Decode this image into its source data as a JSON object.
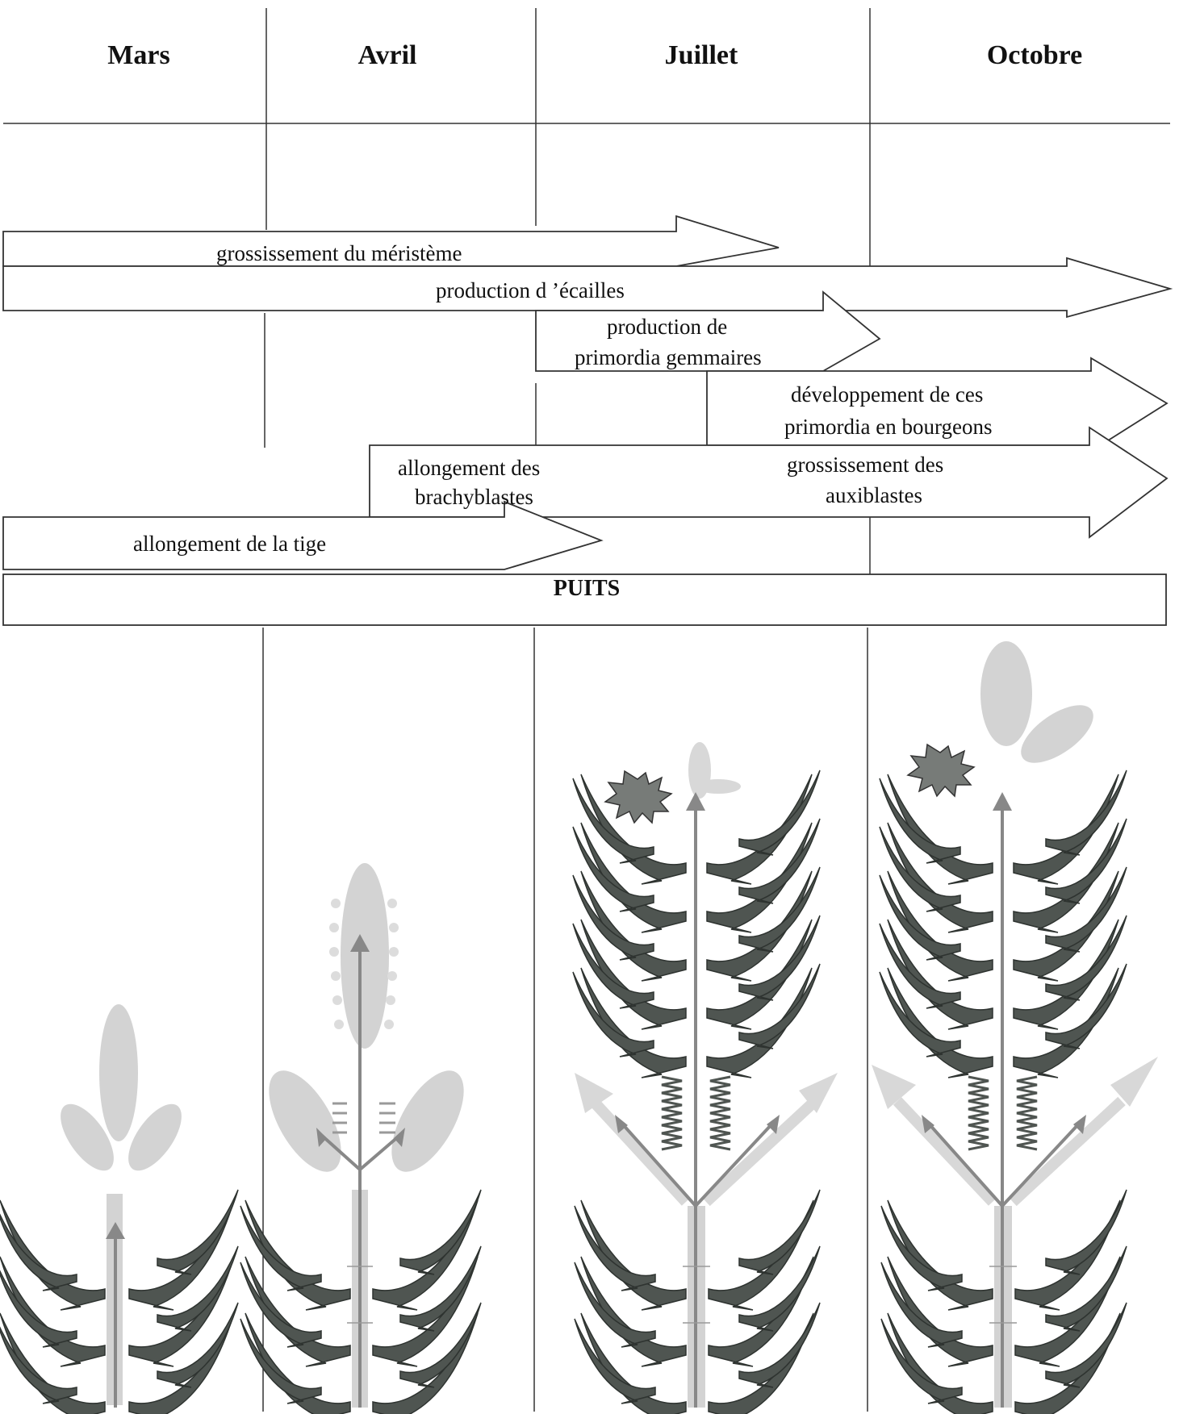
{
  "months": [
    "Mars",
    "Avril",
    "Juillet",
    "Octobre"
  ],
  "processes": {
    "meristem": "grossissement du méristème",
    "scales": "production d ’écailles",
    "primordia_line1": "production  de",
    "primordia_line2": "primordia gemmaires",
    "buds_line1": "développement de ces",
    "buds_line2": "primordia en bourgeons",
    "auxi_line1": "grossissement des",
    "auxi_line2": "auxiblastes",
    "brachy_line1": "allongement des",
    "brachy_line2": "brachyblastes",
    "stem": "allongement de la tige"
  },
  "sink_label": "PUITS",
  "colors": {
    "needle_dark": "#4f5551",
    "light_grey": "#d3d3d3",
    "arrow_grey": "#888888",
    "line": "#333333"
  }
}
